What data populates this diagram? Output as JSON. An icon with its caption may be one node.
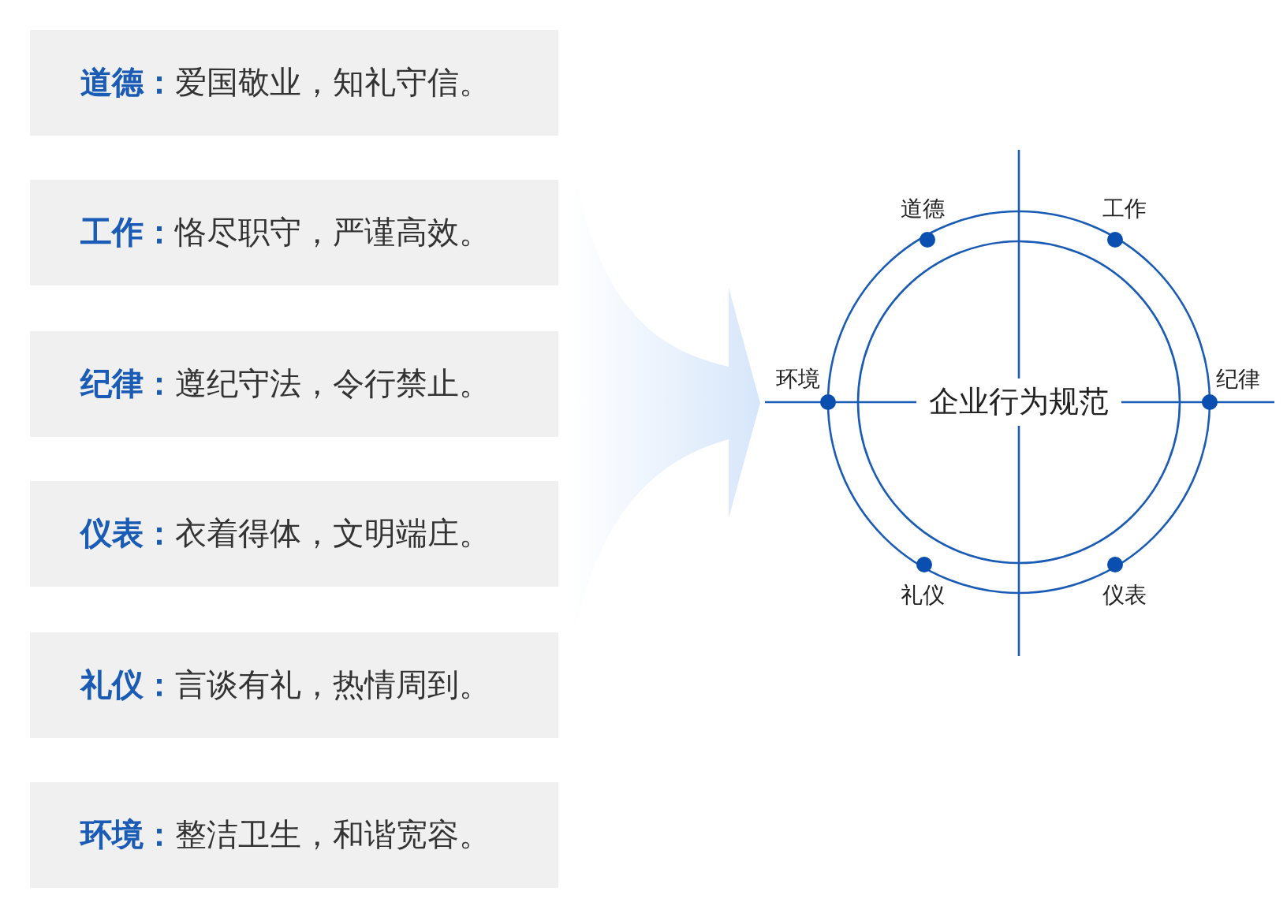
{
  "diagram": {
    "nodes": [
      {
        "text": [
          "道德：",
          "爱国敬业，知礼守信。"
        ]
      },
      {
        "text": [
          "工作：",
          "恪尽职守，严谨高效。"
        ]
      },
      {
        "text": [
          "纪律：",
          "遵纪守法，令行禁止。"
        ]
      },
      {
        "text": [
          "仪表：",
          "衣着得体，文明端庄。"
        ]
      },
      {
        "text": [
          "礼仪：",
          "言谈有礼，热情周到。"
        ]
      },
      {
        "text": [
          "环境：",
          "整洁卫生，和谐宽容。"
        ]
      },
      {
        "text": [
          "企业行为规范"
        ]
      }
    ],
    "edges": [
      {
        "from": null,
        "to": 6,
        "arrow": "to"
      }
    ],
    "labels": [
      "道德",
      "工作",
      "环境",
      "纪律",
      "礼仪",
      "仪表"
    ]
  }
}
